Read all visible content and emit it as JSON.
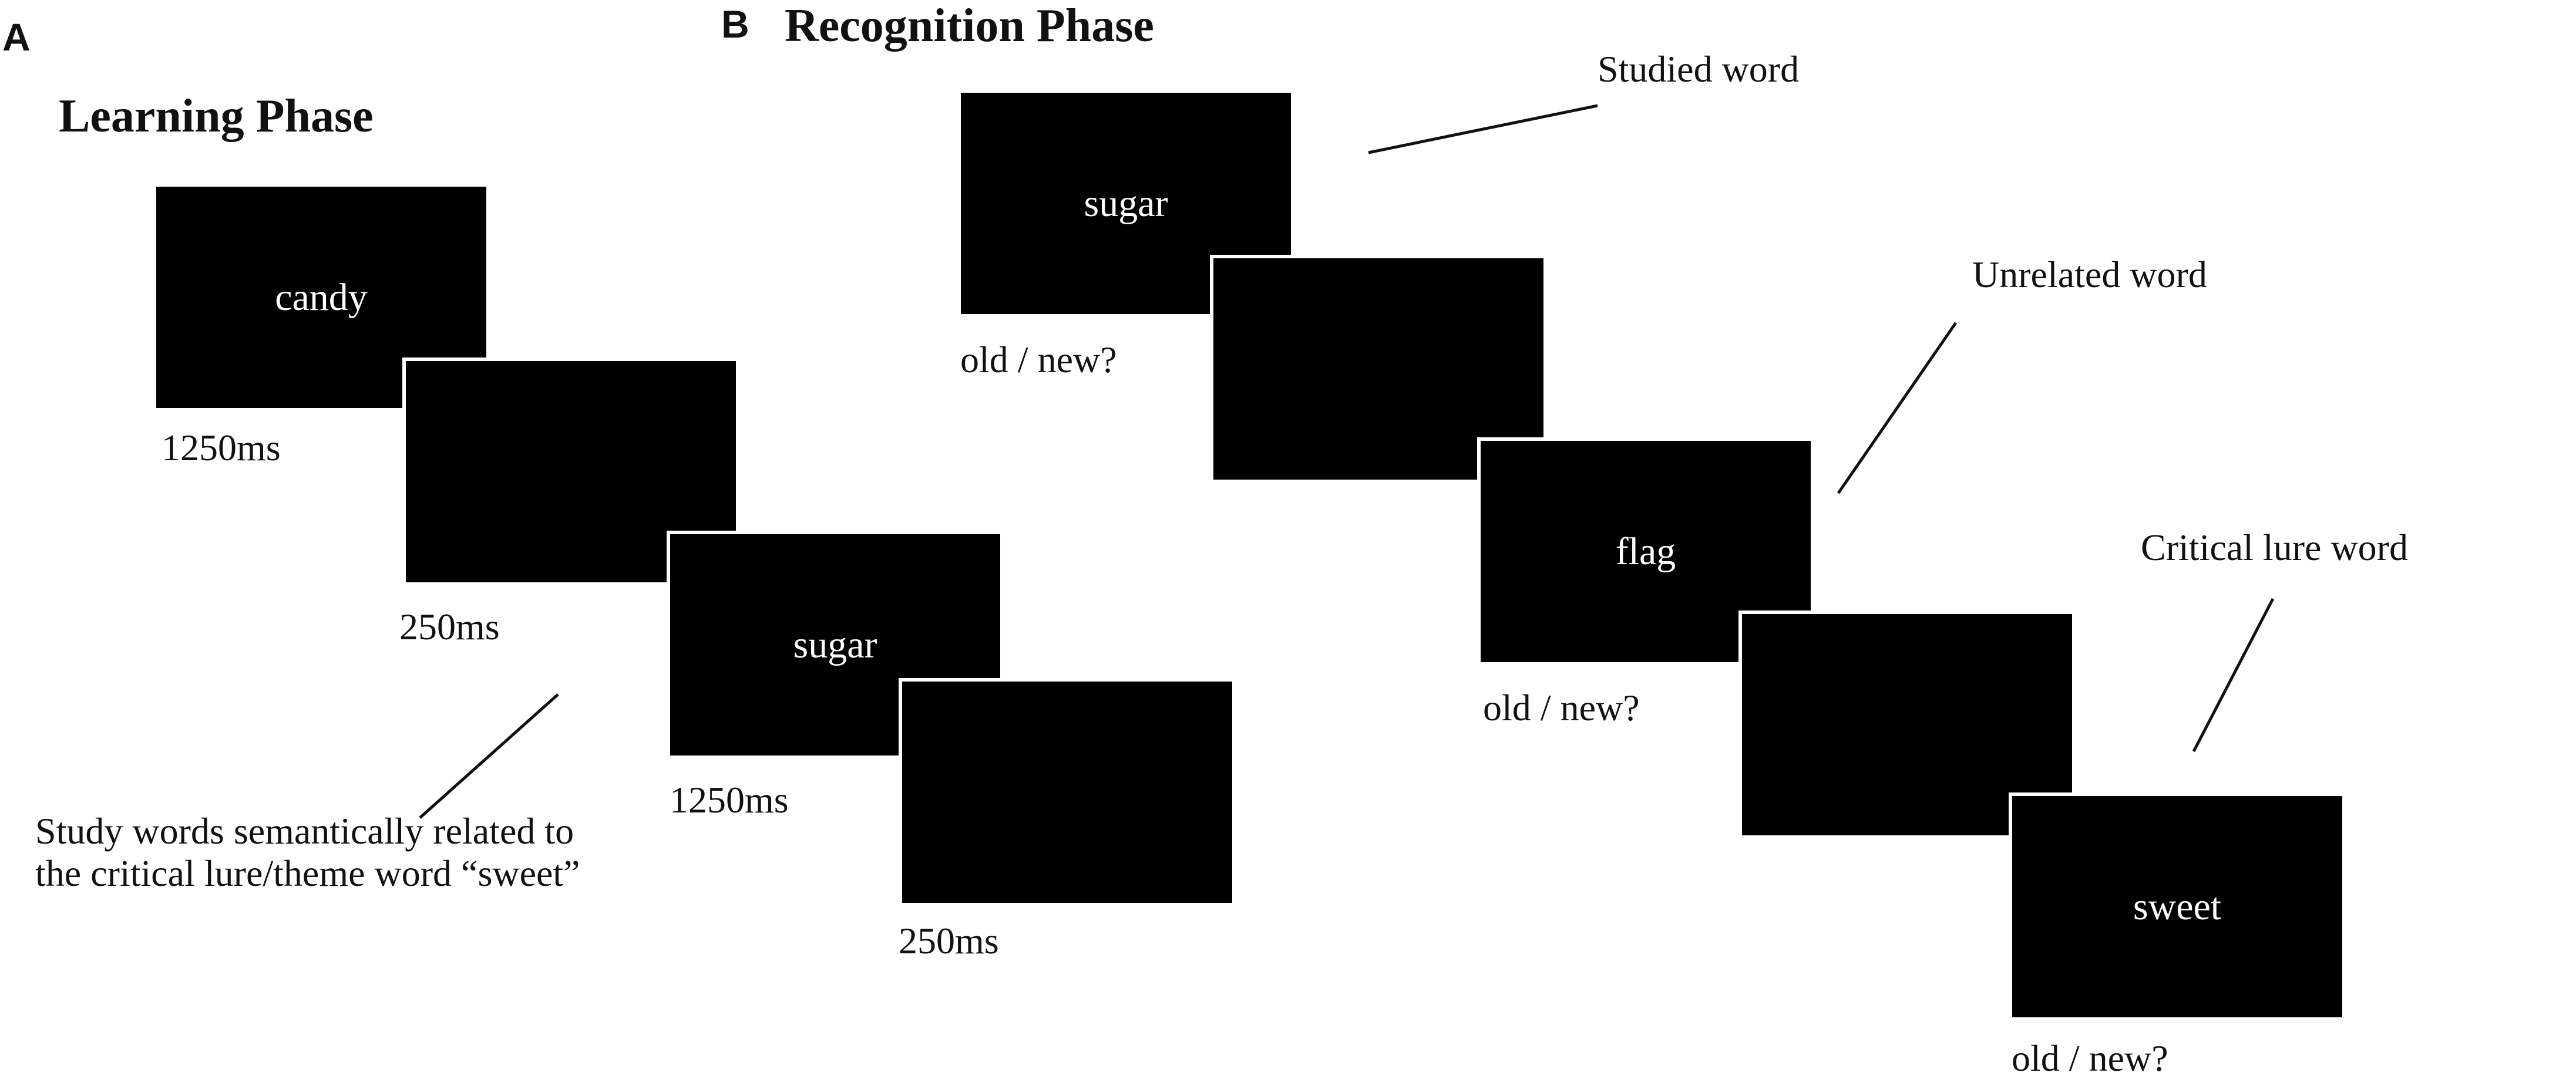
{
  "panel_a": {
    "letter": "A",
    "title": "Learning Phase",
    "screens": [
      {
        "word": "candy",
        "duration": "1250ms"
      },
      {
        "word": "",
        "duration": "250ms"
      },
      {
        "word": "sugar",
        "duration": "1250ms"
      },
      {
        "word": "",
        "duration": "250ms"
      }
    ],
    "note": "Study words semantically related to the critical lure/theme word “sweet”"
  },
  "panel_b": {
    "letter": "B",
    "title": "Recognition Phase",
    "screens": [
      {
        "word": "sugar",
        "prompt": "old / new?"
      },
      {
        "word": ""
      },
      {
        "word": "flag",
        "prompt": "old / new?"
      },
      {
        "word": ""
      },
      {
        "word": "sweet",
        "prompt": "old / new?"
      }
    ],
    "labels": {
      "studied": "Studied word",
      "unrelated": "Unrelated word",
      "critical": "Critical lure word"
    }
  },
  "colors": {
    "screen": "#000000",
    "screen_text": "#ffffff",
    "text": "#111111",
    "background": "#ffffff"
  }
}
